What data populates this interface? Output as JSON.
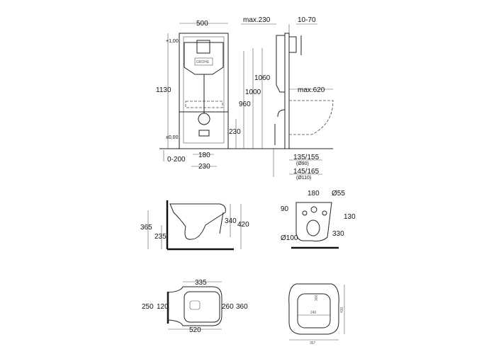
{
  "frame_front": {
    "width": "500",
    "height_total": "1130",
    "level_top": "+1,00",
    "level_zero": "±0,00",
    "h1060": "1060",
    "h1000": "1000",
    "h960": "960",
    "h230": "230",
    "range_0_200": "0-200",
    "w180": "180",
    "w230": "230",
    "logo": "GROHE"
  },
  "frame_side": {
    "max230": "max.230",
    "range_10_70": "10-70",
    "max620": "max.620",
    "d135_155": "135/155",
    "d90": "(Ø90)",
    "d145_165": "145/165",
    "d110": "(Ø110)"
  },
  "bowl_side": {
    "h365": "365",
    "h235": "235",
    "h340": "340",
    "h420": "420"
  },
  "bowl_back": {
    "w180": "180",
    "d55": "Ø55",
    "h90": "90",
    "h130": "130",
    "d100": "Ø100",
    "h330": "330"
  },
  "bowl_top": {
    "w335": "335",
    "w250": "250",
    "w120": "120",
    "w260": "260",
    "w360": "360",
    "l520": "520"
  },
  "seat": {
    "h300": "300",
    "w240": "240",
    "h430": "430",
    "w357": "357"
  }
}
